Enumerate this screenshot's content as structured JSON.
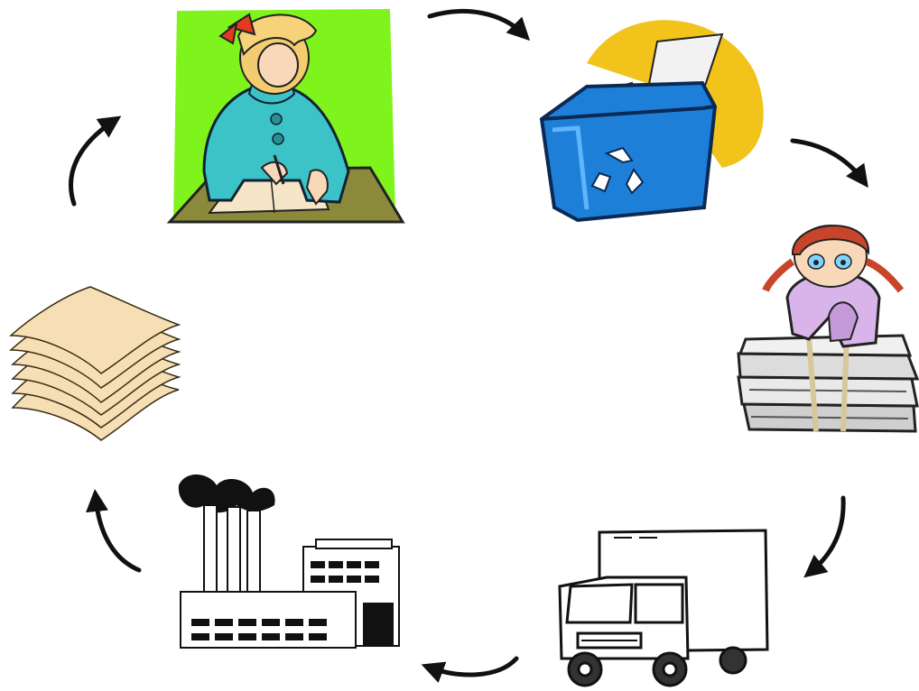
{
  "diagram": {
    "type": "cycle",
    "steps": [
      {
        "id": "writing",
        "icon": "girl-writing-icon"
      },
      {
        "id": "recycle-bin",
        "icon": "recycle-bin-icon"
      },
      {
        "id": "bundling",
        "icon": "girl-bundling-newspapers-icon"
      },
      {
        "id": "transport",
        "icon": "box-truck-icon"
      },
      {
        "id": "processing",
        "icon": "paper-mill-factory-icon"
      },
      {
        "id": "new-paper",
        "icon": "paper-stack-icon"
      }
    ],
    "arrow_direction": "clockwise"
  },
  "colors": {
    "writing_bg": "#7ef41c",
    "sweater": "#3cc3c8",
    "bin_blue": "#1e7fd8",
    "sun_yellow": "#f2c31a",
    "paper_cream": "#f6dfb4",
    "hoodie_lilac": "#d8b4ea",
    "hair_red": "#c8442a",
    "desk_olive": "#8a8a3a"
  }
}
